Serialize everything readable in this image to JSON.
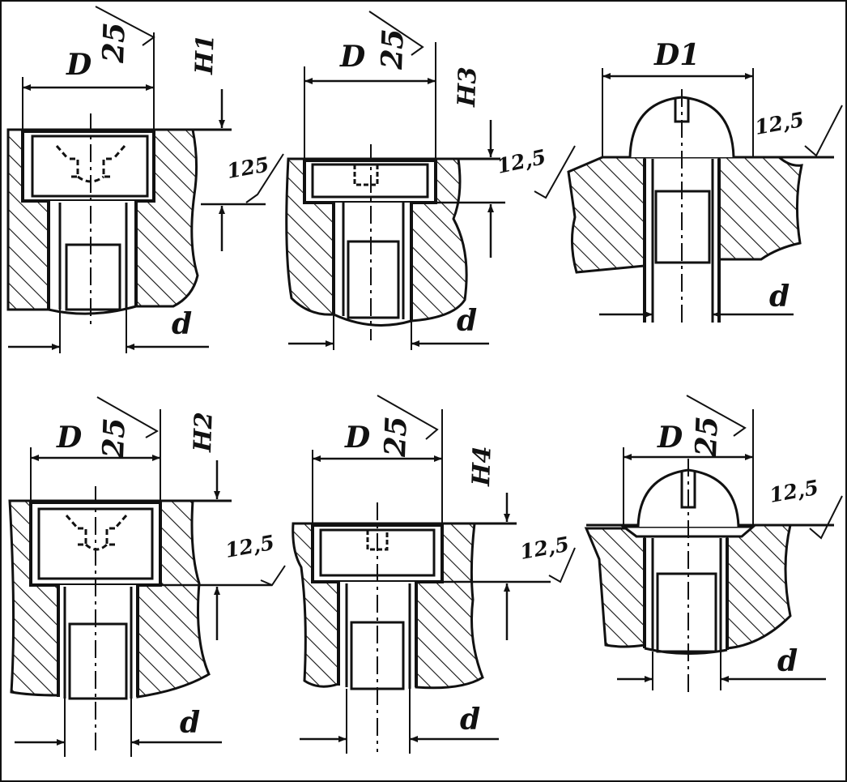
{
  "colors": {
    "ink": "#111111",
    "paper": "#ffffff"
  },
  "views": [
    {
      "diameter_label": "D",
      "roughness_label": "25",
      "height_label": "H1",
      "seat_roughness": "125",
      "bore_label": "d"
    },
    {
      "diameter_label": "D",
      "roughness_label": "25",
      "height_label": "H3",
      "seat_roughness": "12,5",
      "bore_label": "d"
    },
    {
      "diameter_label": "D1",
      "roughness_label": "",
      "height_label": "",
      "seat_roughness": "12,5",
      "bore_label": "d"
    },
    {
      "diameter_label": "D",
      "roughness_label": "25",
      "height_label": "H2",
      "seat_roughness": "12,5",
      "bore_label": "d"
    },
    {
      "diameter_label": "D",
      "roughness_label": "25",
      "height_label": "H4",
      "seat_roughness": "12,5",
      "bore_label": "d"
    },
    {
      "diameter_label": "D",
      "roughness_label": "25",
      "height_label": "",
      "seat_roughness": "12,5",
      "bore_label": "d"
    }
  ]
}
